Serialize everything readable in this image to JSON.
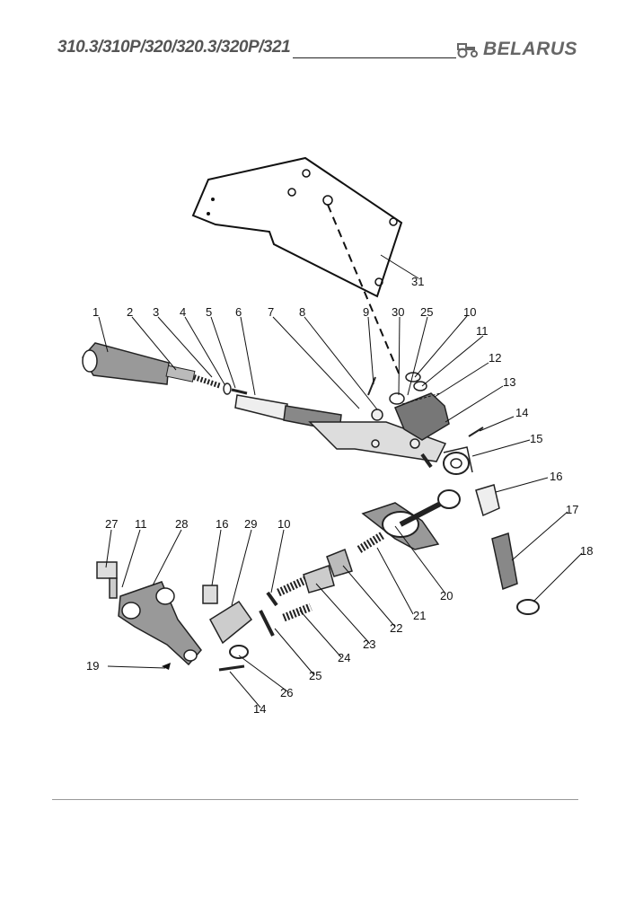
{
  "header": {
    "title": "310.3/310P/320/320.3/320P/321",
    "brand": "BELARUS",
    "brand_icon": "tractor-icon"
  },
  "diagram": {
    "callouts": [
      "1",
      "2",
      "3",
      "4",
      "5",
      "6",
      "7",
      "8",
      "9",
      "30",
      "25",
      "10",
      "11",
      "12",
      "13",
      "14",
      "15",
      "16",
      "17",
      "18",
      "20",
      "21",
      "22",
      "23",
      "24",
      "25",
      "26",
      "14",
      "19",
      "27",
      "11",
      "28",
      "16",
      "29",
      "10",
      "31"
    ]
  }
}
